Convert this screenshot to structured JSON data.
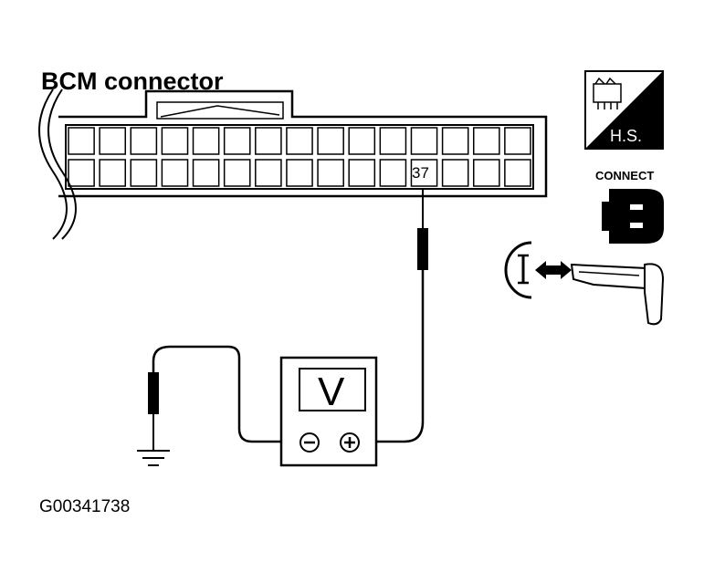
{
  "connector_label": "BCM connector",
  "pin_number": "37",
  "meter_symbol": "V",
  "terminal_negative": "⊖",
  "terminal_positive": "⊕",
  "hs_label": "H.S.",
  "connect_label": "CONNECT",
  "figure_id": "G00341738",
  "icons": [
    "harness-icon",
    "connector-icon",
    "ignition-key-icon",
    "ground-icon",
    "voltmeter-icon"
  ]
}
